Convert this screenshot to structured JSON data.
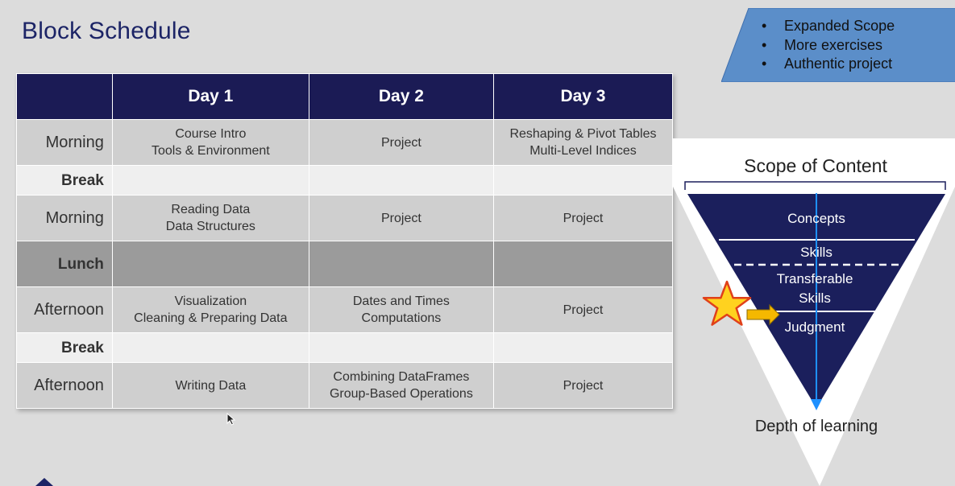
{
  "slide": {
    "title": "Block Schedule"
  },
  "schedule": {
    "headers": [
      "",
      "Day 1",
      "Day 2",
      "Day 3"
    ],
    "rows": [
      {
        "label": "Morning",
        "type": "session",
        "cells": [
          [
            "Course Intro",
            "Tools & Environment"
          ],
          [
            "Project"
          ],
          [
            "Reshaping & Pivot Tables",
            "Multi-Level Indices"
          ]
        ]
      },
      {
        "label": "Break",
        "type": "break",
        "cells": [
          [],
          [],
          []
        ]
      },
      {
        "label": "Morning",
        "type": "session",
        "cells": [
          [
            "Reading Data",
            "Data Structures"
          ],
          [
            "Project"
          ],
          [
            "Project"
          ]
        ]
      },
      {
        "label": "Lunch",
        "type": "lunch",
        "cells": [
          [],
          [],
          []
        ]
      },
      {
        "label": "Afternoon",
        "type": "session",
        "cells": [
          [
            "Visualization",
            "Cleaning & Preparing Data"
          ],
          [
            "Dates and Times",
            "Computations"
          ],
          [
            "Project"
          ]
        ]
      },
      {
        "label": "Break",
        "type": "break",
        "cells": [
          [],
          [],
          []
        ]
      },
      {
        "label": "Afternoon",
        "type": "session",
        "cells": [
          [
            "Writing Data"
          ],
          [
            "Combining DataFrames",
            "Group-Based Operations"
          ],
          [
            "Project"
          ]
        ]
      }
    ]
  },
  "callout": {
    "bullets": [
      "Expanded Scope",
      "More exercises",
      "Authentic project"
    ],
    "fill_color": "#5b8ec9"
  },
  "scope_diagram": {
    "top_label": "Scope of Content",
    "bottom_label": "Depth of learning",
    "levels": [
      {
        "text": [
          "Concepts"
        ]
      },
      {
        "text": [
          "Skills"
        ]
      },
      {
        "text": [
          "Transferable",
          "Skills"
        ]
      },
      {
        "text": [
          "Judgment"
        ]
      }
    ],
    "marker_icon": "star-icon",
    "navy": "#1b1f5c",
    "arrow_color": "#1e90ff"
  }
}
